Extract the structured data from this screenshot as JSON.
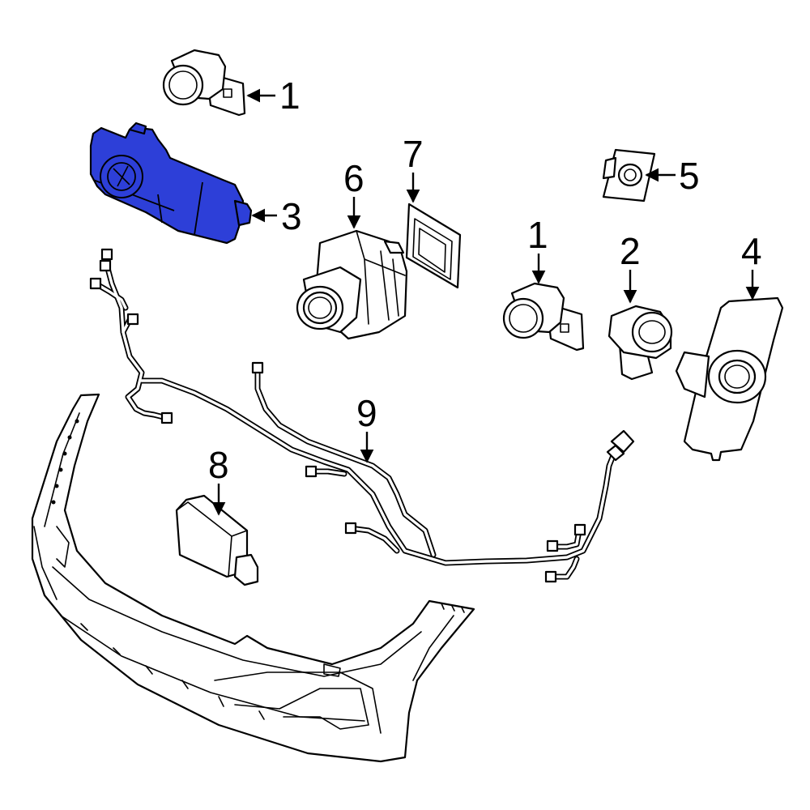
{
  "diagram": {
    "highlight_color": "#2d3fd8",
    "callouts": [
      {
        "id": "sensor-top",
        "label": "1"
      },
      {
        "id": "sensor-mid",
        "label": "1"
      },
      {
        "id": "sensor-alt",
        "label": "2"
      },
      {
        "id": "bracket",
        "label": "3"
      },
      {
        "id": "retainer",
        "label": "4"
      },
      {
        "id": "pad",
        "label": "5"
      },
      {
        "id": "camera",
        "label": "6"
      },
      {
        "id": "gasket",
        "label": "7"
      },
      {
        "id": "module",
        "label": "8"
      },
      {
        "id": "harness",
        "label": "9"
      }
    ]
  }
}
